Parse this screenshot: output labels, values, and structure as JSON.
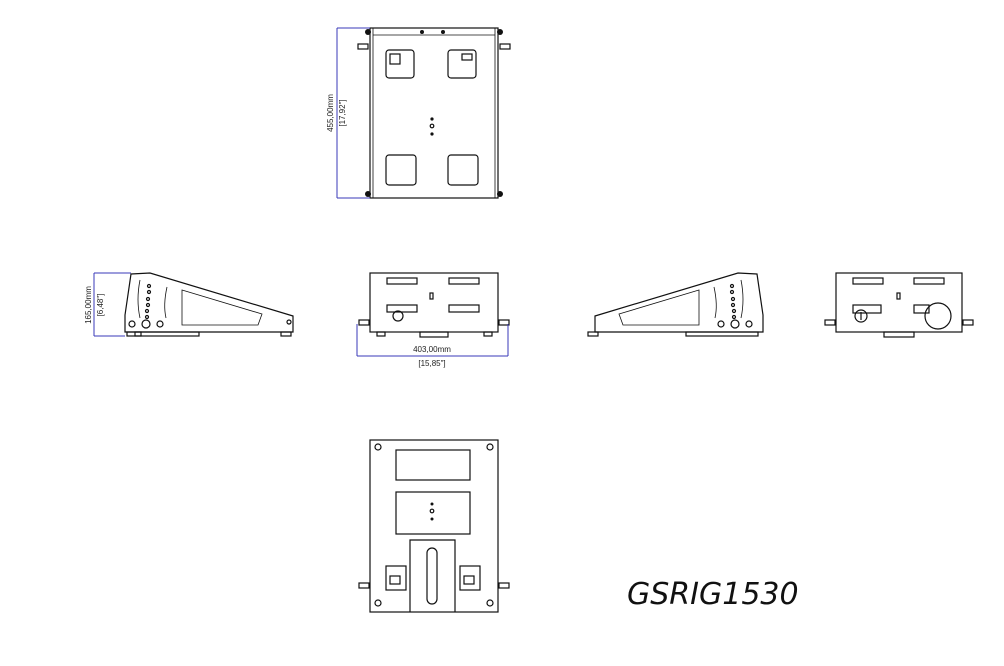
{
  "model_name": "GSRIG1530",
  "dimensions": {
    "depth_mm": "455,00mm",
    "depth_in": "[17,92\"]",
    "height_mm": "165,00mm",
    "height_in": "[6,48\"]",
    "width_mm": "403,00mm",
    "width_in": "[15,85\"]"
  },
  "colors": {
    "dimension_line": "#3a3ab8",
    "drawing_line": "#111111"
  }
}
